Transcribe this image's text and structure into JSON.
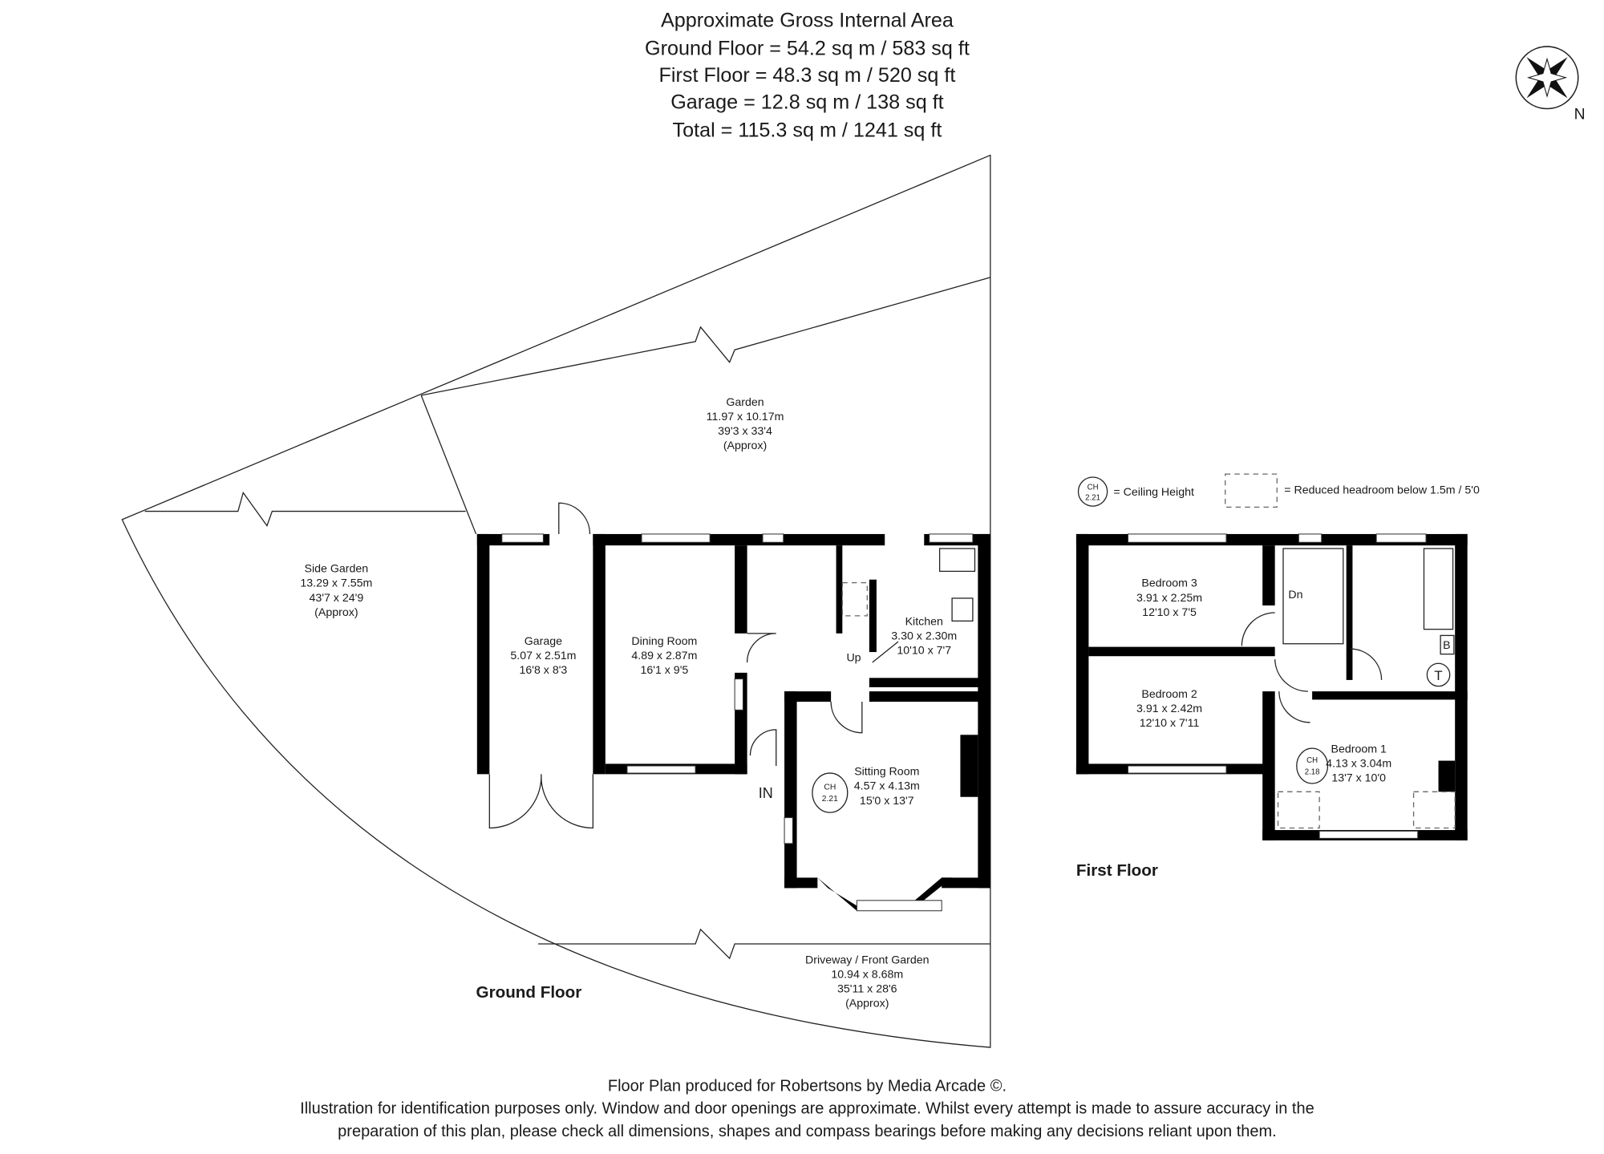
{
  "header": {
    "title": "Approximate Gross Internal Area",
    "ground_floor": "Ground Floor = 54.2 sq m / 583 sq ft",
    "first_floor": "First Floor = 48.3 sq m / 520 sq ft",
    "garage": "Garage = 12.8 sq m / 138 sq ft",
    "total": "Total = 115.3 sq m / 1241 sq ft"
  },
  "compass": {
    "icon": "compass-rose-icon",
    "label": "N"
  },
  "ground_floor": {
    "label": "Ground Floor",
    "rooms": [
      {
        "name": "Garden",
        "metric": "11.97 x 10.17m",
        "imperial": "39'3 x 33'4",
        "note": "(Approx)"
      },
      {
        "name": "Side Garden",
        "metric": "13.29 x 7.55m",
        "imperial": "43'7 x 24'9",
        "note": "(Approx)"
      },
      {
        "name": "Garage",
        "metric": "5.07 x 2.51m",
        "imperial": "16'8 x 8'3"
      },
      {
        "name": "Dining Room",
        "metric": "4.89 x 2.87m",
        "imperial": "16'1 x 9'5"
      },
      {
        "name": "Kitchen",
        "metric": "3.30 x 2.30m",
        "imperial": "10'10 x 7'7"
      },
      {
        "name": "Sitting Room",
        "metric": "4.57 x 4.13m",
        "imperial": "15'0 x 13'7"
      },
      {
        "name": "Driveway / Front Garden",
        "metric": "10.94 x 8.68m",
        "imperial": "35'11 x 28'6",
        "note": "(Approx)"
      }
    ],
    "stairs_label": "Up",
    "entrance_label": "IN",
    "ceiling": {
      "label": "CH",
      "value": "2.21"
    }
  },
  "first_floor": {
    "label": "First Floor",
    "rooms": [
      {
        "name": "Bedroom 3",
        "metric": "3.91 x 2.25m",
        "imperial": "12'10 x 7'5"
      },
      {
        "name": "Bedroom 2",
        "metric": "3.91 x 2.42m",
        "imperial": "12'10 x 7'11"
      },
      {
        "name": "Bedroom 1",
        "metric": "4.13 x 3.04m",
        "imperial": "13'7 x 10'0"
      }
    ],
    "stairs_label": "Dn",
    "boiler_label": "B",
    "tank_label": "T",
    "ceiling": {
      "label": "CH",
      "value": "2.18"
    }
  },
  "legend": {
    "ceiling_symbol": {
      "label": "CH",
      "value": "2.21"
    },
    "ceiling_text": "= Ceiling Height",
    "headroom_text": "= Reduced headroom below 1.5m / 5'0"
  },
  "footer": {
    "line1": "Floor Plan produced for Robertsons by Media Arcade ©.",
    "line2": "Illustration for identification purposes only. Window and door openings are approximate. Whilst every attempt is made to assure accuracy in the",
    "line3": "preparation of this plan, please check all dimensions, shapes and compass bearings before making any decisions reliant upon them."
  }
}
